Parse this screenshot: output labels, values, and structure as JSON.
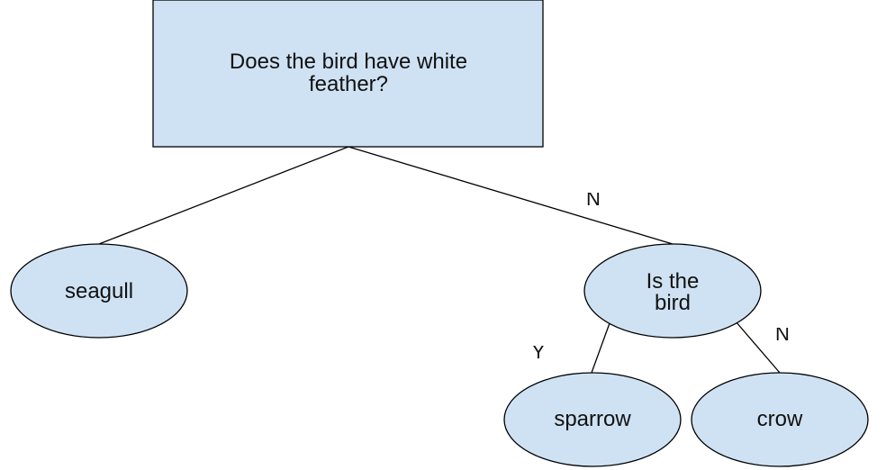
{
  "diagram": {
    "root": {
      "line1": "Does the bird have white",
      "line2": "feather?"
    },
    "question2": {
      "line1": "Is the",
      "line2": "bird"
    },
    "leaves": {
      "seagull": "seagull",
      "sparrow": "sparrow",
      "crow": "crow"
    },
    "edge_labels": {
      "root_no": "N",
      "q2_yes": "Y",
      "q2_no": "N"
    },
    "colors": {
      "node_fill": "#cfe2f3",
      "stroke": "#000000",
      "text": "#111111"
    }
  }
}
